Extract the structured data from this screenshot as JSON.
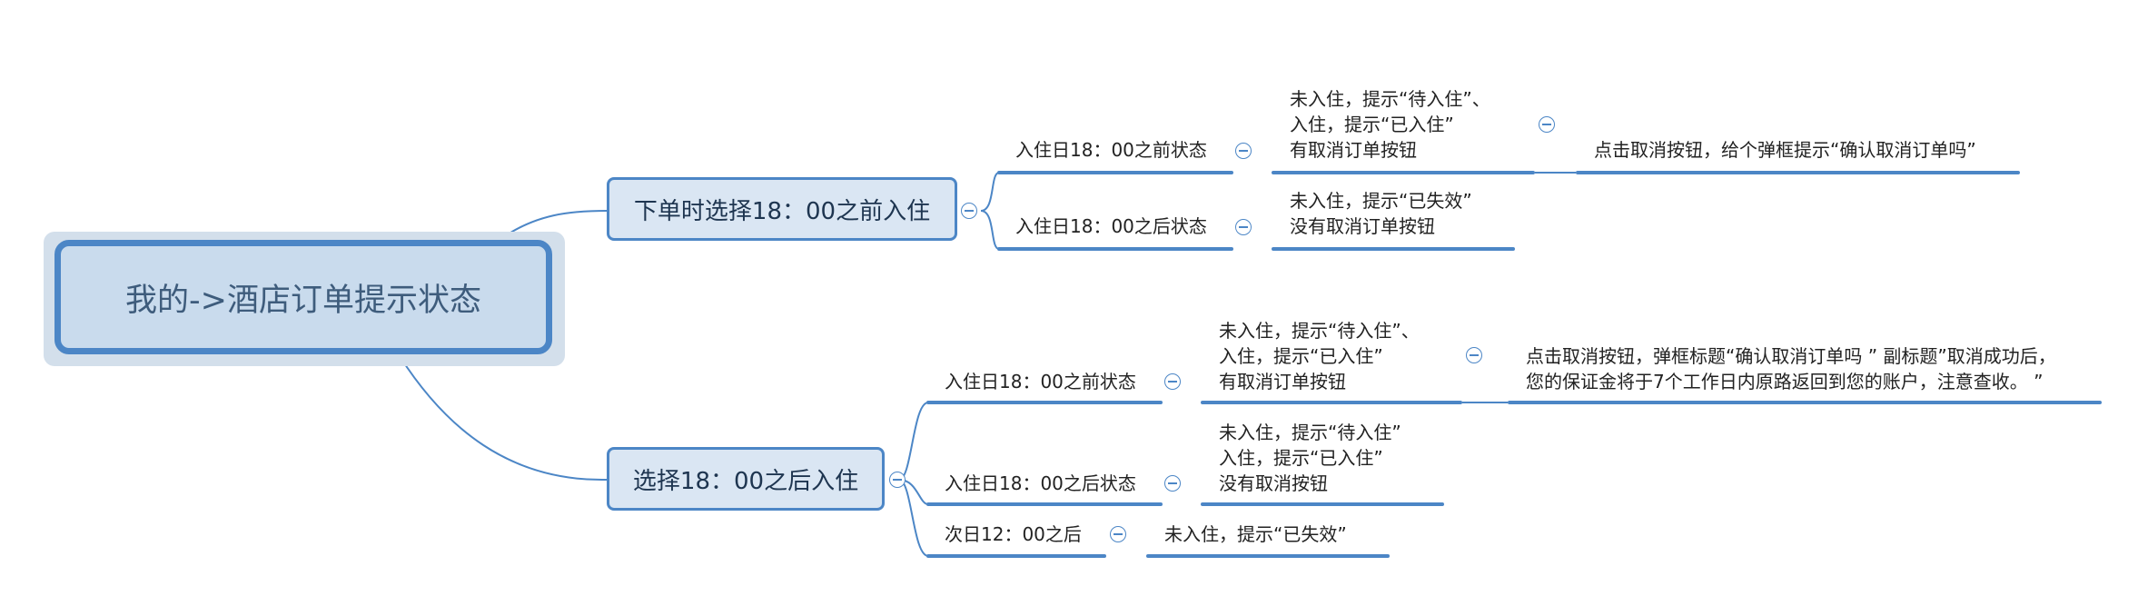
{
  "root": {
    "title": "我的->酒店订单提示状态"
  },
  "branches": [
    {
      "title": "下单时选择18：00之前入住",
      "children": [
        {
          "label": "入住日18：00之前状态",
          "detail": [
            "未入住，提示“待入住”、",
            "入住，提示“已入住”",
            "有取消订单按钮"
          ],
          "action": [
            "点击取消按钮，给个弹框提示“确认取消订单吗”"
          ]
        },
        {
          "label": "入住日18：00之后状态",
          "detail": [
            "未入住，提示“已失效”",
            "没有取消订单按钮"
          ]
        }
      ]
    },
    {
      "title": "选择18：00之后入住",
      "children": [
        {
          "label": "入住日18：00之前状态",
          "detail": [
            "未入住，提示“待入住”、",
            "入住，提示“已入住”",
            "有取消订单按钮"
          ],
          "action": [
            "点击取消按钮，弹框标题“确认取消订单吗 ” 副标题”取消成功后，",
            "您的保证金将于7个工作日内原路返回到您的账户，注意查收。 ”"
          ]
        },
        {
          "label": "入住日18：00之后状态",
          "detail": [
            "未入住，提示“待入住”",
            "入住，提示“已入住”",
            "没有取消按钮"
          ]
        },
        {
          "label": "次日12：00之后",
          "detail": [
            "未入住，提示“已失效”"
          ]
        }
      ]
    }
  ],
  "colors": {
    "line": "#4c86c6",
    "root_fill": "#c9dbed",
    "branch_fill": "#dae6f3",
    "text": "#222222"
  },
  "icons": {
    "collapse": "collapse-minus-icon"
  }
}
